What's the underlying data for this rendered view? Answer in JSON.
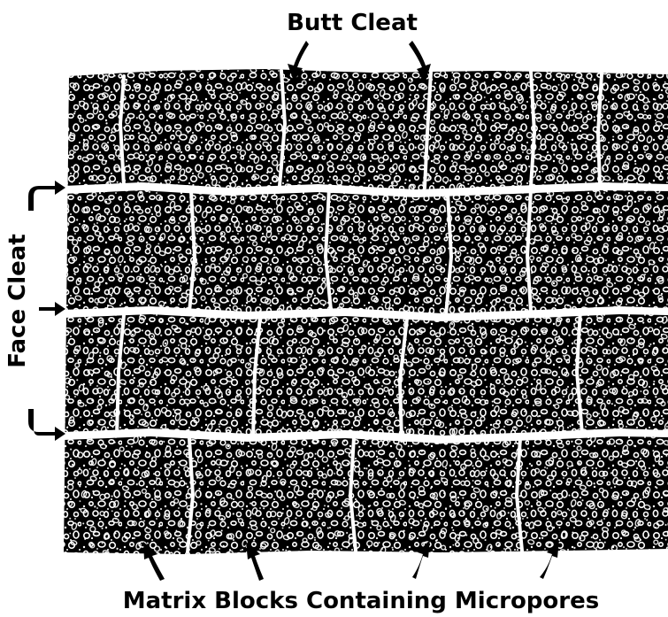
{
  "labels": {
    "top": "Butt Cleat",
    "side": "Face Cleat",
    "bottom": "Matrix Blocks Containing Micropores"
  },
  "colors": {
    "ink": "#000000",
    "paper": "#ffffff"
  }
}
